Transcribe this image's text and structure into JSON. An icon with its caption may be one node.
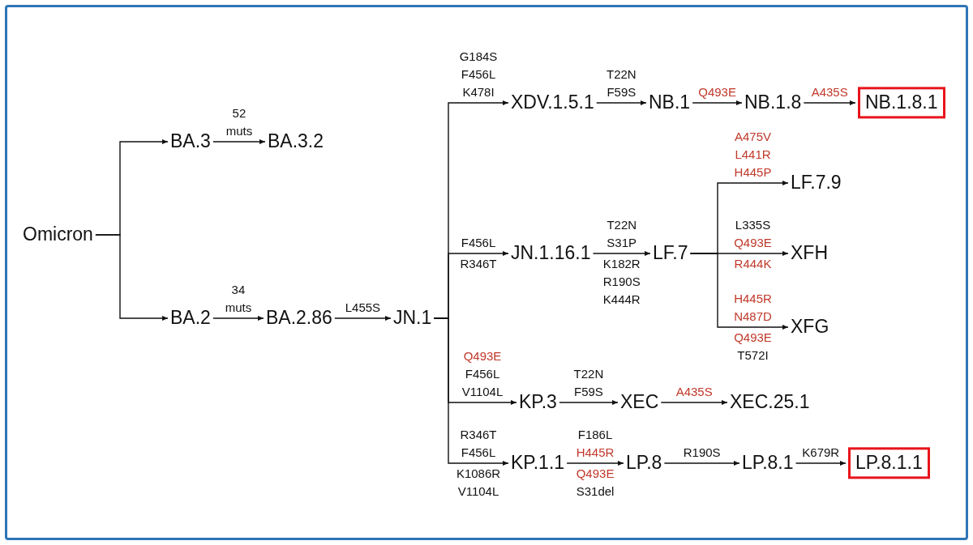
{
  "diagram": {
    "nodes": [
      {
        "text": [
          "Omicron"
        ]
      },
      {
        "text": [
          "BA.3"
        ]
      },
      {
        "text": [
          "BA.3.2"
        ]
      },
      {
        "text": [
          "BA.2"
        ]
      },
      {
        "text": [
          "BA.2.86"
        ]
      },
      {
        "text": [
          "JN.1"
        ]
      },
      {
        "text": [
          "XDV.1.5.1"
        ]
      },
      {
        "text": [
          "NB.1"
        ]
      },
      {
        "text": [
          "NB.1.8"
        ]
      },
      {
        "text": [
          "NB.1.8.1"
        ]
      },
      {
        "text": [
          "JN.1.16.1"
        ]
      },
      {
        "text": [
          "LF.7"
        ]
      },
      {
        "text": [
          "LF.7.9"
        ]
      },
      {
        "text": [
          "XFH"
        ]
      },
      {
        "text": [
          "XFG"
        ]
      },
      {
        "text": [
          "KP.3"
        ]
      },
      {
        "text": [
          "XEC"
        ]
      },
      {
        "text": [
          "XEC.25.1"
        ]
      },
      {
        "text": [
          "KP.1.1"
        ]
      },
      {
        "text": [
          "LP.8"
        ]
      },
      {
        "text": [
          "LP.8.1"
        ]
      },
      {
        "text": [
          "LP.8.1.1"
        ]
      }
    ],
    "edges": [
      {
        "from": 0,
        "to": 1,
        "arrow": "to"
      },
      {
        "from": 0,
        "to": 3,
        "arrow": "to"
      },
      {
        "from": 1,
        "to": 2,
        "arrow": "to",
        "label": "52 muts"
      },
      {
        "from": 3,
        "to": 4,
        "arrow": "to",
        "label": "34 muts"
      },
      {
        "from": 4,
        "to": 5,
        "arrow": "to",
        "label": "L455S"
      },
      {
        "from": 5,
        "to": 6,
        "arrow": "to",
        "label": "G184S F456L K478I"
      },
      {
        "from": 6,
        "to": 7,
        "arrow": "to",
        "label": "T22N F59S"
      },
      {
        "from": 7,
        "to": 8,
        "arrow": "to",
        "label": "Q493E"
      },
      {
        "from": 8,
        "to": 9,
        "arrow": "to",
        "label": "A435S"
      },
      {
        "from": 5,
        "to": 10,
        "arrow": "to",
        "label": "F456L R346T"
      },
      {
        "from": 10,
        "to": 11,
        "arrow": "to",
        "label": "T22N S31P K182R R190S K444R"
      },
      {
        "from": 11,
        "to": 12,
        "arrow": "to",
        "label": "A475V L441R H445P"
      },
      {
        "from": 11,
        "to": 13,
        "arrow": "to",
        "label": "L335S Q493E R444K"
      },
      {
        "from": 11,
        "to": 14,
        "arrow": "to",
        "label": "H445R N487D Q493E T572I"
      },
      {
        "from": 5,
        "to": 15,
        "arrow": "to",
        "label": "Q493E F456L V1104L"
      },
      {
        "from": 15,
        "to": 16,
        "arrow": "to",
        "label": "T22N F59S"
      },
      {
        "from": 16,
        "to": 17,
        "arrow": "to",
        "label": "A435S"
      },
      {
        "from": 5,
        "to": 18,
        "arrow": "to",
        "label": "R346T F456L K1086R V1104L"
      },
      {
        "from": 18,
        "to": 19,
        "arrow": "to",
        "label": "F186L H445R Q493E S31del"
      },
      {
        "from": 19,
        "to": 20,
        "arrow": "to",
        "label": "R190S"
      },
      {
        "from": 20,
        "to": 21,
        "arrow": "to",
        "label": "K679R"
      }
    ]
  }
}
